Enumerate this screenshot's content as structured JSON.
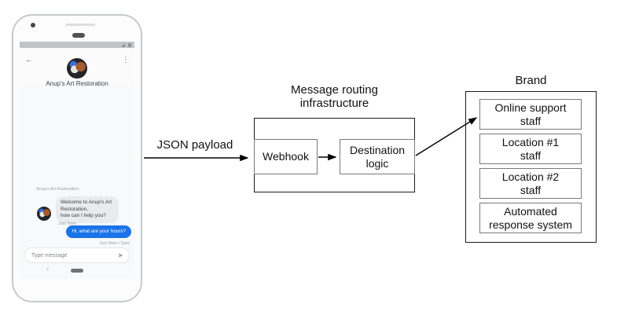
{
  "phone": {
    "header": {
      "title": "Anup's Art Restoration"
    },
    "conversation": {
      "sender_label": "Anup's Art Restoration",
      "incoming": {
        "text": "Welcome to Anup's Art Restoration,\nhow can I help you?",
        "timestamp": "Just Now"
      },
      "outgoing": {
        "text": "Hi, what are your hours?",
        "timestamp": "Just Now • Sent"
      }
    },
    "composer": {
      "placeholder": "Type message"
    }
  },
  "icons": {
    "back_arrow": "←",
    "kebab_menu": "⋮",
    "send": "➤",
    "nav_back": "‹"
  },
  "diagram": {
    "payload_label": "JSON payload",
    "routing": {
      "title": "Message routing\ninfrastructure",
      "webhook": "Webhook",
      "destination": "Destination\nlogic"
    },
    "brand": {
      "title": "Brand",
      "targets": [
        "Online support\nstaff",
        "Location #1\nstaff",
        "Location #2\nstaff",
        "Automated\nresponse system"
      ]
    }
  },
  "colors": {
    "outgoing_bubble": "#1a73e8",
    "incoming_bubble": "#e9ebee",
    "outer_box_border": "#1c1c1c",
    "inner_box_border": "#7a7a7a",
    "status_bar": "#c1c3c6"
  }
}
